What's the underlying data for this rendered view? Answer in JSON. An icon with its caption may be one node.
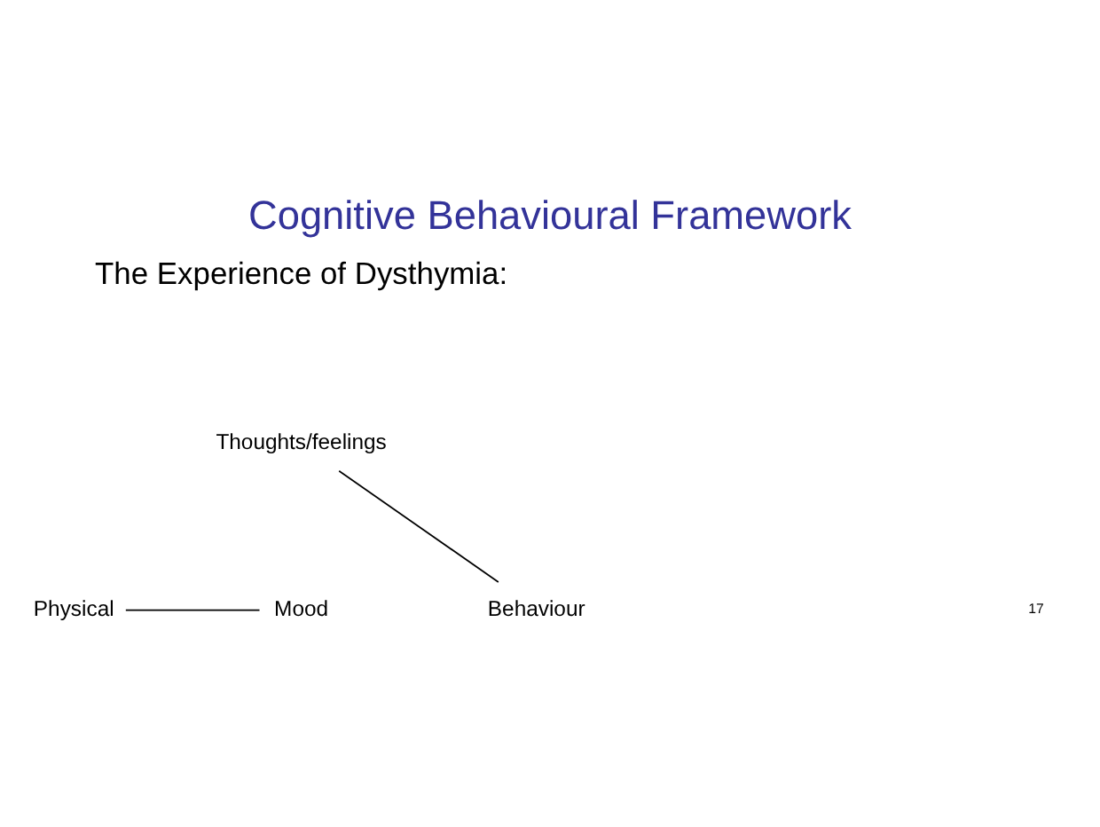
{
  "diagram": {
    "title": "Cognitive Behavioural Framework",
    "nodes": [
      {
        "text": [
          "Thoughts/feelings"
        ]
      },
      {
        "text": [
          "Physical"
        ]
      },
      {
        "text": [
          "Mood"
        ]
      },
      {
        "text": [
          "Behaviour"
        ]
      }
    ],
    "edges": [
      {
        "from": 0,
        "to": 3,
        "arrow": "none"
      },
      {
        "from": 1,
        "to": 2,
        "arrow": "none"
      }
    ],
    "labels": [
      "The Experience of Dysthymia:",
      "17"
    ]
  }
}
